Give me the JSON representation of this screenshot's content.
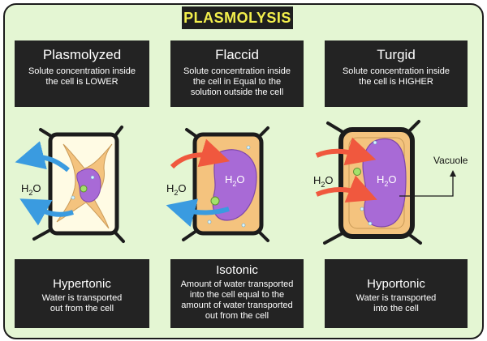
{
  "title": "PLASMOLYSIS",
  "top_boxes": [
    {
      "heading": "Plasmolyzed",
      "lines": [
        "Solute concentration inside",
        "the cell is LOWER"
      ]
    },
    {
      "heading": "Flaccid",
      "lines": [
        "Solute concentration inside",
        "the cell in Equal to the",
        "solution outside the cell"
      ]
    },
    {
      "heading": "Turgid",
      "lines": [
        "Solute concentration inside",
        "the cell is HIGHER"
      ]
    }
  ],
  "bottom_boxes": [
    {
      "heading": "Hypertonic",
      "lines": [
        "Water is transported",
        "out from the cell"
      ]
    },
    {
      "heading": "Isotonic",
      "lines": [
        "Amount of water transported",
        "into the cell equal to the",
        "amount of water transported",
        "out from the cell"
      ]
    },
    {
      "heading": "Hyportonic",
      "lines": [
        "Water is transported",
        "into the cell"
      ]
    }
  ],
  "labels": {
    "water_symbol": "H",
    "water_subscript": "2",
    "water_suffix": "O",
    "vacuole": "Vacuole"
  },
  "colors": {
    "background": "#e4f6d3",
    "title_text": "#f3ef4c",
    "cytoplasm": "#f4c37e",
    "vacuole": "#a86ad6",
    "cell_wall": "#1c1c1c",
    "water_out_arrow": "#3a9be0",
    "water_in_arrow": "#f0583e"
  }
}
